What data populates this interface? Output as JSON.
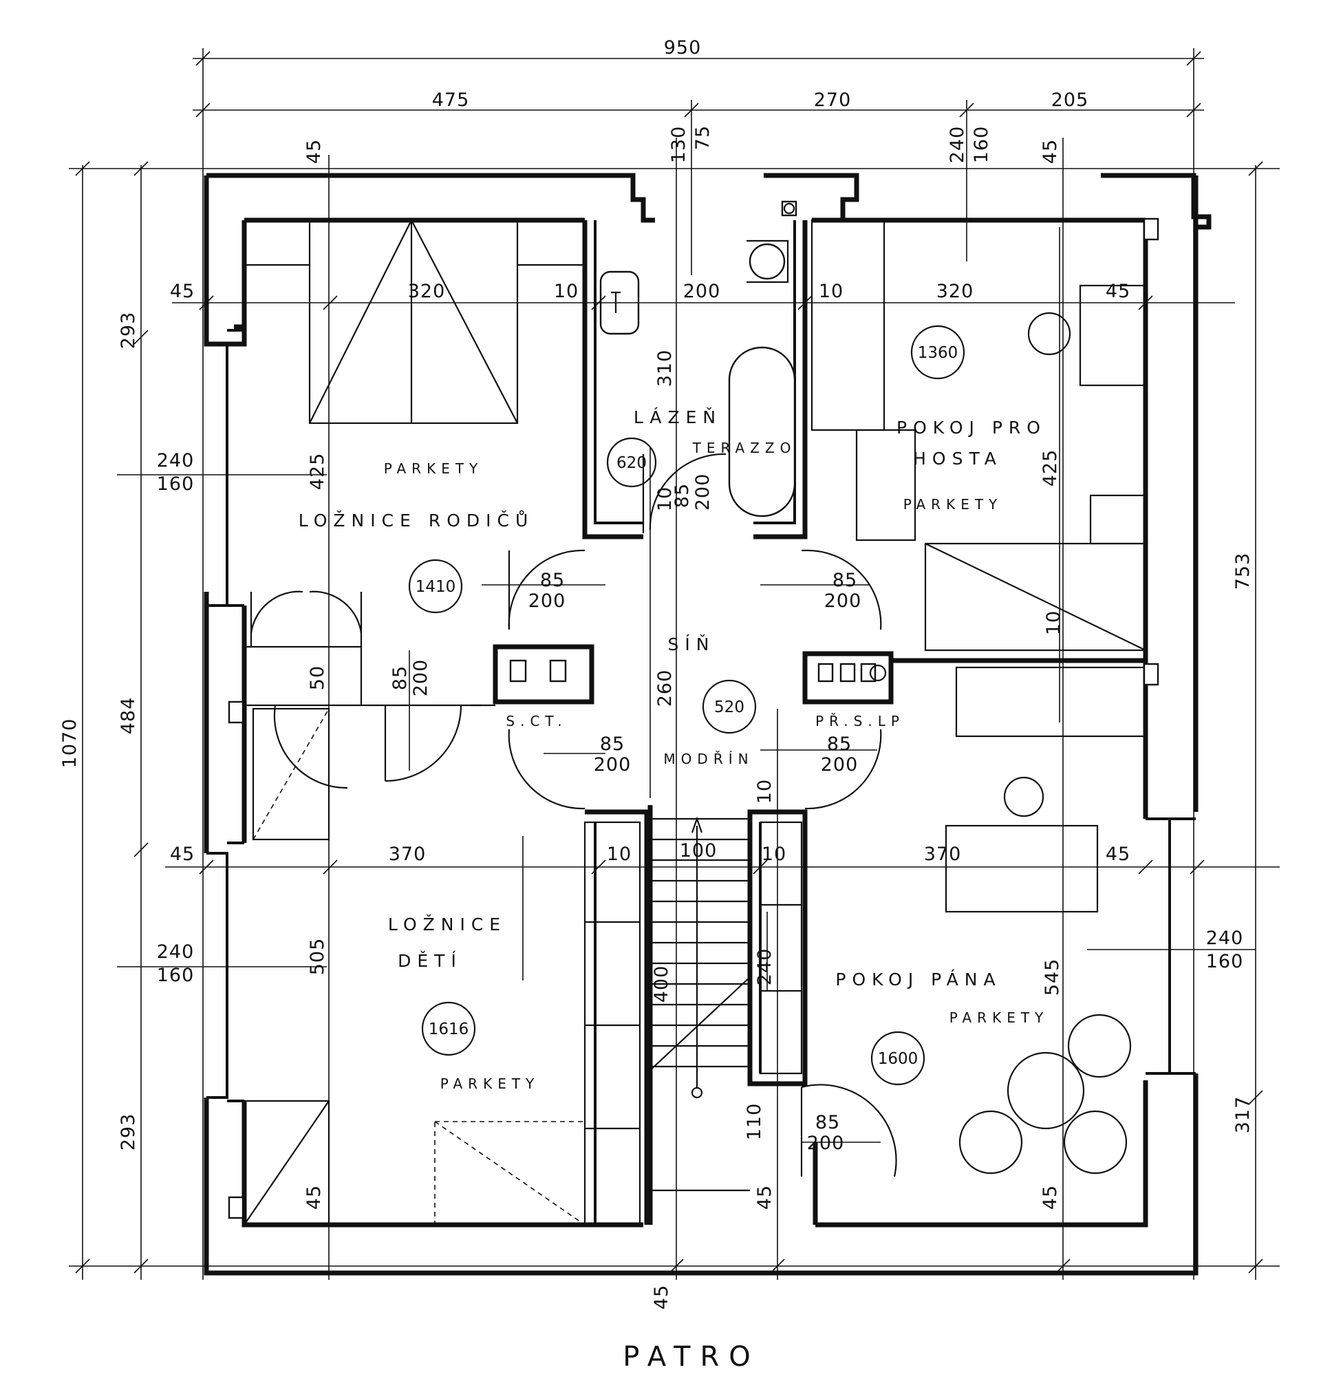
{
  "caption": "PATRO",
  "rooms": {
    "parents_bedroom": {
      "name": "LOŽNICE RODIČŮ",
      "floor": "PARKETY",
      "area": "1410"
    },
    "bathroom": {
      "name": "LÁZEŇ",
      "floor": "TERAZZO",
      "area": "620"
    },
    "guest_room": {
      "line1": "POKOJ PRO",
      "line2": "HOSTA",
      "floor": "PARKETY",
      "area": "1360"
    },
    "hall": {
      "name": "SÍŇ",
      "floor": "MODŘÍN",
      "area": "520",
      "left_label": "S.CT.",
      "right_label": "PŘ.S.LP"
    },
    "children_bedroom": {
      "line1": "LOŽNICE",
      "line2": "DĚTÍ",
      "floor": "PARKETY",
      "area": "1616"
    },
    "master_room": {
      "name": "POKOJ PÁNA",
      "floor": "PARKETY",
      "area": "1600"
    }
  },
  "dimensions": {
    "overall_width": "950",
    "width_left": "475",
    "width_mid": "270",
    "width_right": "205",
    "overall_height": "1070",
    "left_chain": [
      "293",
      "484",
      "293"
    ],
    "right_chain": [
      "753",
      "317"
    ],
    "window": {
      "w": "240",
      "h": "160"
    },
    "door": {
      "w": "85",
      "h": "200"
    },
    "wall_45": "45",
    "wall_10": "10",
    "room_width_320": "320",
    "room_width_200": "200",
    "room_width_370": "370",
    "height_425": "425",
    "height_310": "310",
    "height_260": "260",
    "height_505": "505",
    "height_545": "545",
    "height_400": "400",
    "stair_width": "100",
    "niche_50": "50",
    "bath_win_130": "130",
    "bath_win_75": "75",
    "window_240": "240",
    "small_110": "110"
  }
}
